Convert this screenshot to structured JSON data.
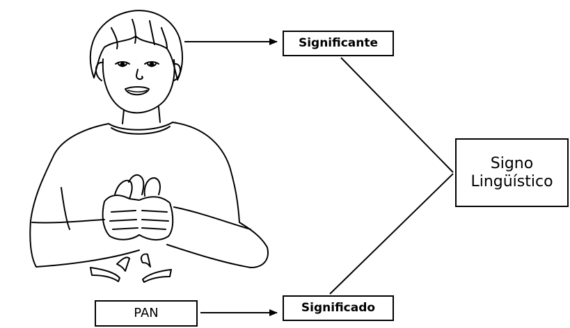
{
  "boxes": {
    "significante": "Significante",
    "signo_line1": "Signo",
    "signo_line2": "Lingüístico",
    "significado": "Significado",
    "pan": "PAN"
  },
  "colors": {
    "ink": "#000000",
    "background": "#ffffff"
  },
  "illustration": {
    "subject": "boy-signing-pan"
  }
}
